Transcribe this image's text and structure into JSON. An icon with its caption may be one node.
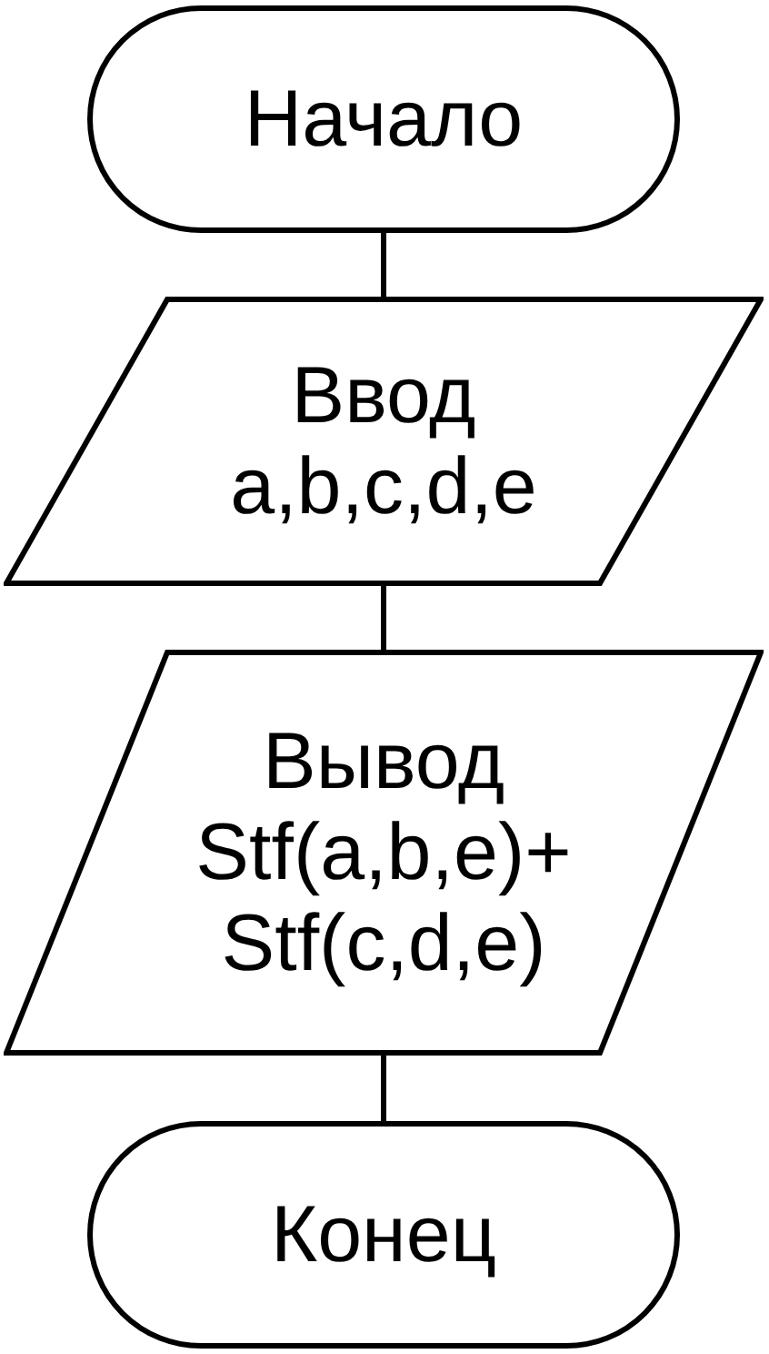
{
  "diagram": {
    "nodes": [
      {
        "text": [
          "Начало"
        ]
      },
      {
        "text": [
          "Ввод",
          "a,b,c,d,e"
        ]
      },
      {
        "text": [
          "Вывод",
          "Stf(a,b,e)+ Stf(c,d,e)"
        ]
      },
      {
        "text": [
          "Конец"
        ]
      }
    ],
    "edges": [
      {
        "from": 0,
        "to": 1,
        "arrow": "none"
      },
      {
        "from": 1,
        "to": 2,
        "arrow": "none"
      },
      {
        "from": 2,
        "to": 3,
        "arrow": "none"
      }
    ]
  }
}
